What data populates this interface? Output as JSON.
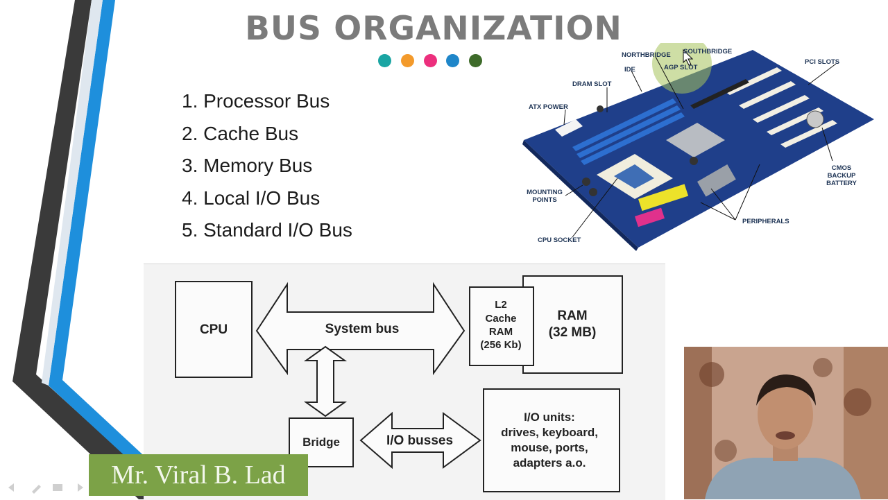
{
  "slide": {
    "title": "BUS ORGANIZATION",
    "dot_colors": [
      "#1aa5a3",
      "#f39a2b",
      "#ec2f7d",
      "#1f86c9",
      "#3e6b2a"
    ],
    "list": [
      "1. Processor Bus",
      "2. Cache Bus",
      "3. Memory Bus",
      "4. Local I/O Bus",
      "5. Standard I/O Bus"
    ]
  },
  "motherboard": {
    "labels": {
      "northbridge": "NORTHBRIDGE",
      "southbridge": "SOUTHBRIDGE",
      "ide": "IDE",
      "agp_slot": "AGP SLOT",
      "pci_slots": "PCI SLOTS",
      "dram_slot": "DRAM SLOT",
      "atx_power": "ATX POWER",
      "cmos_line1": "CMOS",
      "cmos_line2": "BACKUP",
      "cmos_line3": "BATTERY",
      "mounting_line1": "MOUNTING",
      "mounting_line2": "POINTS",
      "peripherals": "PERIPHERALS",
      "cpu_socket": "CPU SOCKET"
    }
  },
  "diagram": {
    "cpu": "CPU",
    "system_bus": "System bus",
    "l2_line1": "L2",
    "l2_line2": "Cache",
    "l2_line3": "RAM",
    "l2_line4": "(256 Kb)",
    "ram_line1": "RAM",
    "ram_line2": "(32 MB)",
    "bridge": "Bridge",
    "io_busses": "I/O busses",
    "io_line1": "I/O units:",
    "io_line2": "drives, keyboard,",
    "io_line3": "mouse, ports,",
    "io_line4": "adapters a.o."
  },
  "presenter": {
    "name": "Mr. Viral B. Lad"
  },
  "colors": {
    "title": "#7b7b7b",
    "left_blue_stripe": "#1e8fdc",
    "left_dark_stripe": "#3c3c3c",
    "name_banner": "#7ca247"
  }
}
